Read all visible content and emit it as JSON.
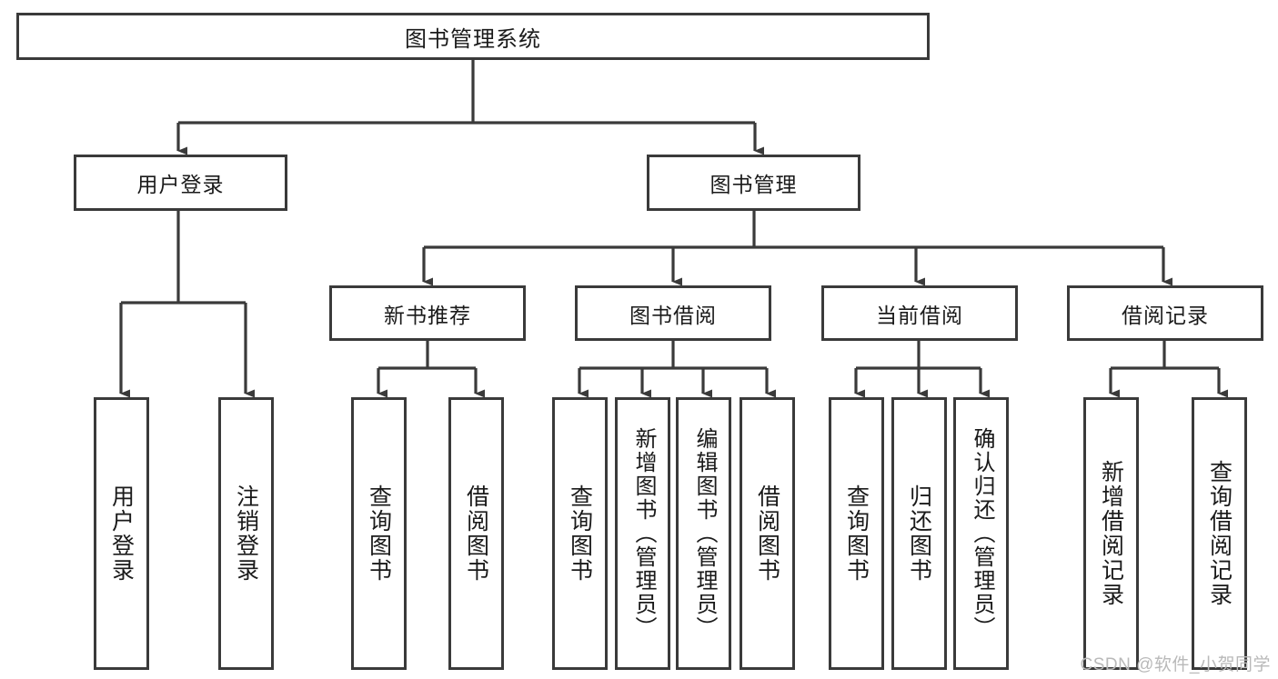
{
  "diagram": {
    "title": "图书管理系统",
    "type": "hierarchy-tree",
    "watermark": "CSDN @软件_小贺同学",
    "colors": {
      "box_border": "#3a3a3a",
      "box_fill": "#ffffff",
      "edge": "#3a3a3a",
      "text": "#1a1a1a",
      "watermark": "#b9b9b9",
      "background": "#ffffff"
    },
    "nodes": {
      "root": {
        "label": "图书管理系统"
      },
      "level2": [
        {
          "id": "user-login",
          "label": "用户登录"
        },
        {
          "id": "book-manage",
          "label": "图书管理"
        }
      ],
      "level3": [
        {
          "id": "new-book-recommend",
          "label": "新书推荐"
        },
        {
          "id": "book-borrow",
          "label": "图书借阅"
        },
        {
          "id": "current-borrow",
          "label": "当前借阅"
        },
        {
          "id": "borrow-record",
          "label": "借阅记录"
        }
      ],
      "leaves": {
        "user-login": [
          {
            "id": "leaf-user-login",
            "label": "用户登录"
          },
          {
            "id": "leaf-user-logout",
            "label": "注销登录"
          }
        ],
        "new-book-recommend": [
          {
            "id": "leaf-query-book-1",
            "label": "查询图书"
          },
          {
            "id": "leaf-borrow-book-1",
            "label": "借阅图书"
          }
        ],
        "book-borrow": [
          {
            "id": "leaf-query-book-2",
            "label": "查询图书"
          },
          {
            "id": "leaf-add-book",
            "label": "新增图书（管理员）"
          },
          {
            "id": "leaf-edit-book",
            "label": "编辑图书（管理员）"
          },
          {
            "id": "leaf-borrow-book-2",
            "label": "借阅图书"
          }
        ],
        "current-borrow": [
          {
            "id": "leaf-query-book-3",
            "label": "查询图书"
          },
          {
            "id": "leaf-return-book",
            "label": "归还图书"
          },
          {
            "id": "leaf-confirm-return",
            "label": "确认归还（管理员）"
          }
        ],
        "borrow-record": [
          {
            "id": "leaf-add-record",
            "label": "新增借阅记录"
          },
          {
            "id": "leaf-query-record",
            "label": "查询借阅记录"
          }
        ]
      }
    }
  }
}
